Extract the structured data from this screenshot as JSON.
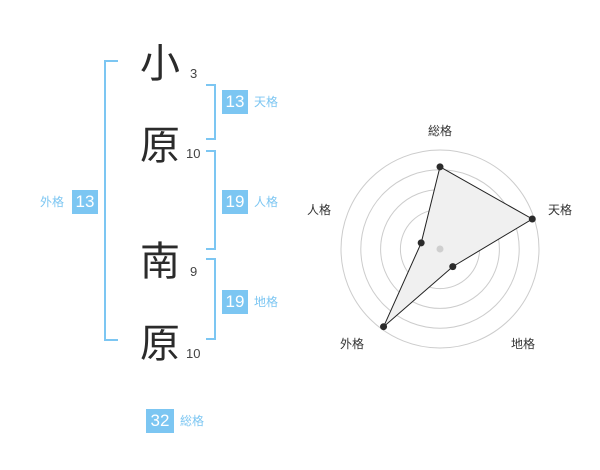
{
  "name": {
    "chars": [
      {
        "char": "小",
        "strokes": "3"
      },
      {
        "char": "原",
        "strokes": "10"
      },
      {
        "char": "南",
        "strokes": "9"
      },
      {
        "char": "原",
        "strokes": "10"
      }
    ]
  },
  "kaku": {
    "tenkaku": {
      "label": "天格",
      "value": "13"
    },
    "jinkaku": {
      "label": "人格",
      "value": "19"
    },
    "chikaku": {
      "label": "地格",
      "value": "19"
    },
    "gaikaku": {
      "label": "外格",
      "value": "13"
    },
    "soukaku": {
      "label": "総格",
      "value": "32"
    }
  },
  "chart_data": {
    "type": "radar",
    "axes": [
      "総格",
      "天格",
      "地格",
      "外格",
      "人格"
    ],
    "values": [
      0.83,
      0.98,
      0.22,
      0.97,
      0.2
    ],
    "range": [
      0,
      1
    ],
    "rings": 5
  },
  "colors": {
    "accent": "#7cc6f2",
    "fill": "#f0f0f0",
    "ring": "#cccccc"
  }
}
